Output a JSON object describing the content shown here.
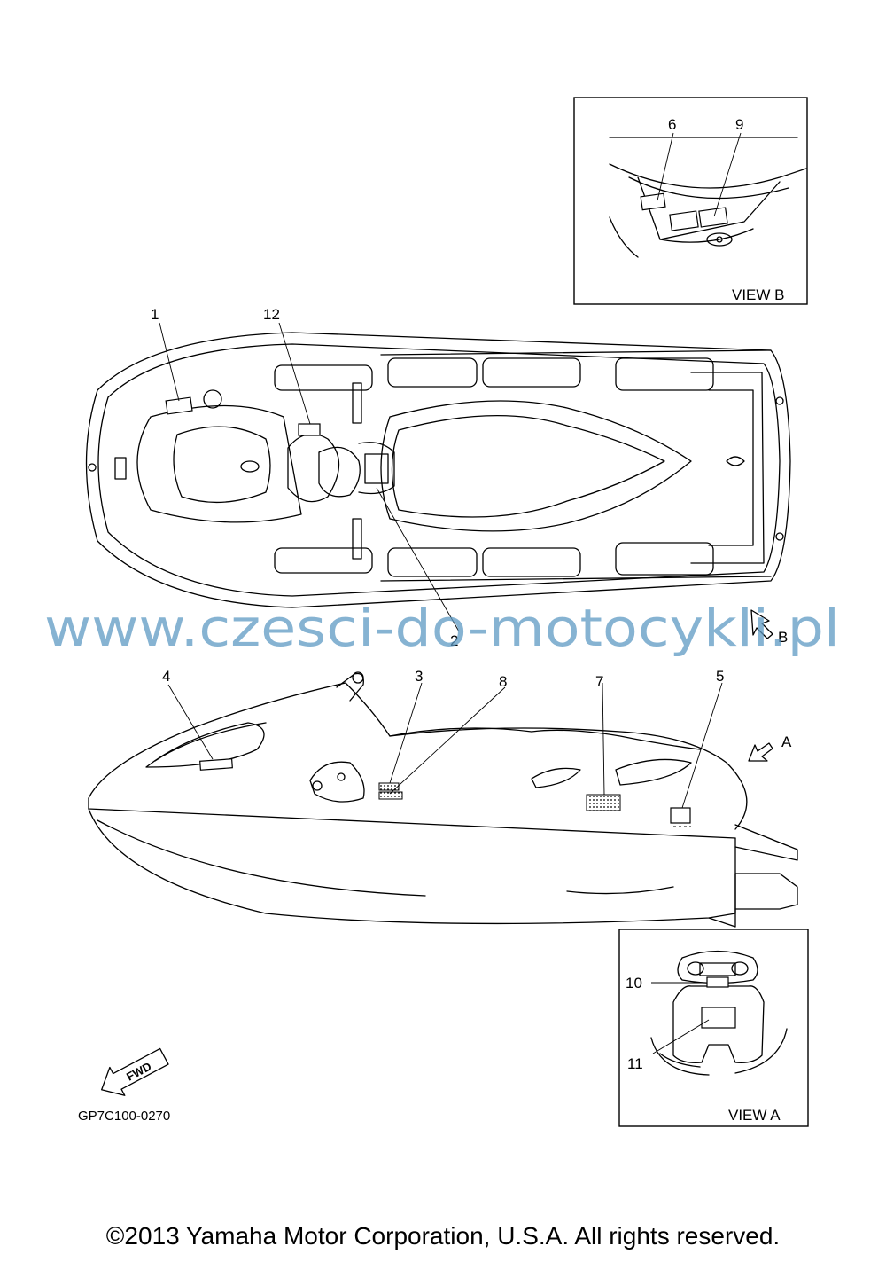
{
  "callouts": {
    "c1": "1",
    "c2": "2",
    "c3": "3",
    "c4": "4",
    "c5": "5",
    "c6": "6",
    "c7": "7",
    "c8": "8",
    "c9": "9",
    "c10": "10",
    "c11": "11",
    "c12": "12"
  },
  "views": {
    "view_a_label": "VIEW A",
    "view_b_label": "VIEW B",
    "arrow_a_label": "A",
    "arrow_b_label": "B",
    "fwd_label": "FWD"
  },
  "diagram_code": "GP7C100-0270",
  "watermark": "www.czesci-do-motocykli.pl",
  "copyright": "©2013 Yamaha Motor Corporation, U.S.A. All rights reserved.",
  "colors": {
    "watermark": "#5e9ac4",
    "lines": "#000000",
    "background": "#ffffff"
  }
}
